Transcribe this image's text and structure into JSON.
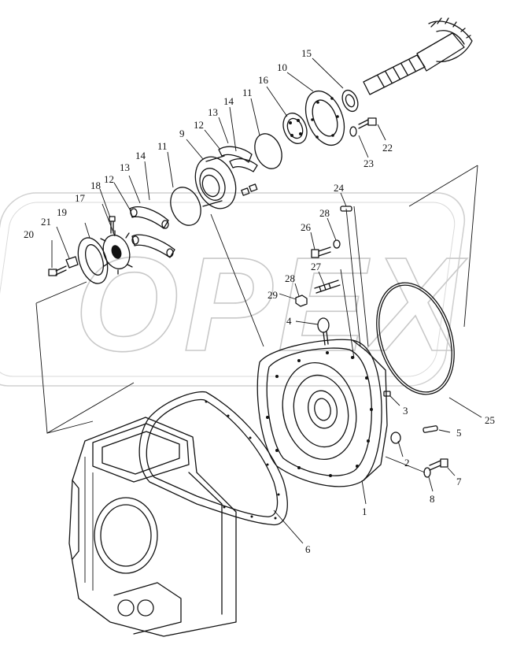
{
  "watermark": {
    "text": "OPEX"
  },
  "callouts": [
    {
      "id": "c1",
      "label": "1"
    },
    {
      "id": "c2",
      "label": "2"
    },
    {
      "id": "c3",
      "label": "3"
    },
    {
      "id": "c4",
      "label": "4"
    },
    {
      "id": "c5",
      "label": "5"
    },
    {
      "id": "c6",
      "label": "6"
    },
    {
      "id": "c7",
      "label": "7"
    },
    {
      "id": "c8",
      "label": "8"
    },
    {
      "id": "c9",
      "label": "9"
    },
    {
      "id": "c10",
      "label": "10"
    },
    {
      "id": "c11a",
      "label": "11"
    },
    {
      "id": "c11b",
      "label": "11"
    },
    {
      "id": "c12a",
      "label": "12"
    },
    {
      "id": "c12b",
      "label": "12"
    },
    {
      "id": "c13a",
      "label": "13"
    },
    {
      "id": "c13b",
      "label": "13"
    },
    {
      "id": "c14a",
      "label": "14"
    },
    {
      "id": "c14b",
      "label": "14"
    },
    {
      "id": "c15",
      "label": "15"
    },
    {
      "id": "c16",
      "label": "16"
    },
    {
      "id": "c17",
      "label": "17"
    },
    {
      "id": "c18",
      "label": "18"
    },
    {
      "id": "c19",
      "label": "19"
    },
    {
      "id": "c20",
      "label": "20"
    },
    {
      "id": "c21",
      "label": "21"
    },
    {
      "id": "c22",
      "label": "22"
    },
    {
      "id": "c23",
      "label": "23"
    },
    {
      "id": "c24",
      "label": "24"
    },
    {
      "id": "c25",
      "label": "25"
    },
    {
      "id": "c26",
      "label": "26"
    },
    {
      "id": "c27",
      "label": "27"
    },
    {
      "id": "c28a",
      "label": "28"
    },
    {
      "id": "c28b",
      "label": "28"
    },
    {
      "id": "c29",
      "label": "29"
    }
  ]
}
